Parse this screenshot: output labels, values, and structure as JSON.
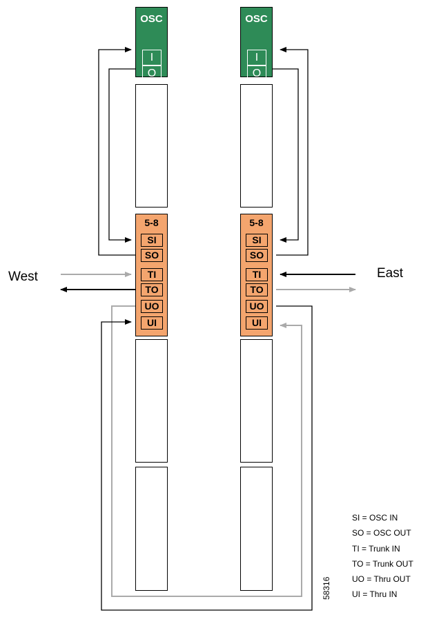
{
  "osc_label": "OSC",
  "osc_switch": {
    "on": "I",
    "off": "O"
  },
  "mux_label": "5-8",
  "ports": [
    "SI",
    "SO",
    "TI",
    "TO",
    "UO",
    "UI"
  ],
  "directions": {
    "west": "West",
    "east": "East"
  },
  "legend": [
    "SI = OSC IN",
    "SO = OSC OUT",
    "TI =  Trunk IN",
    "TO = Trunk OUT",
    "UO = Thru OUT",
    "UI = Thru IN"
  ],
  "figure_id": "58316",
  "colors": {
    "osc": "#2e8b57",
    "mux": "#f4a56e",
    "gray_path": "#aaaaaa",
    "black_path": "#000000"
  }
}
